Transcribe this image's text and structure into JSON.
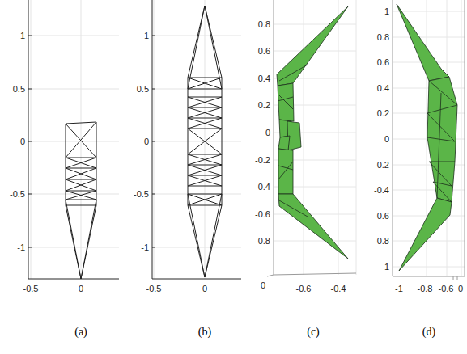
{
  "diagram": {
    "labels": [
      "1",
      "0.5",
      "0",
      "-0.5",
      "-1",
      "-0.5",
      "0",
      "1",
      "0.5",
      "0",
      "-0.5",
      "-1",
      "-0.5",
      "0",
      "0.8",
      "0.6",
      "0.4",
      "0.2",
      "0",
      "-0.2",
      "-0.4",
      "-0.6",
      "-0.8",
      "0",
      "-0.6",
      "-0.4",
      "1",
      "0.8",
      "0.6",
      "0.4",
      "0.2",
      "0",
      "-0.2",
      "-0.4",
      "-0.6",
      "-0.8",
      "-1",
      "-1",
      "-0.8",
      "-0.6",
      "0",
      "(a)",
      "(b)",
      "(c)",
      "(d)"
    ]
  }
}
